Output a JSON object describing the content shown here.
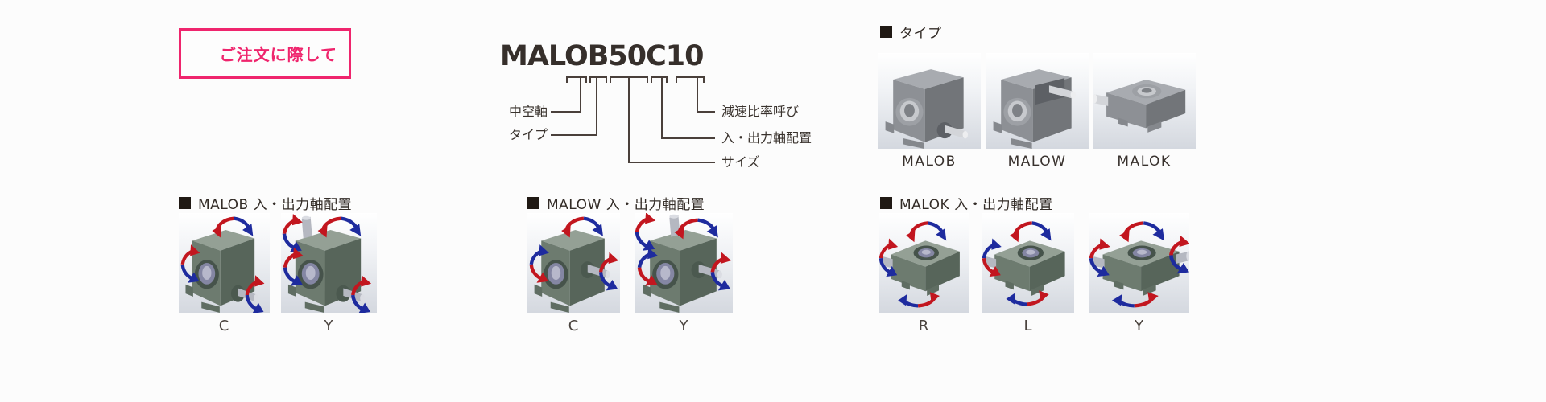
{
  "page": {
    "background": "#fcfcfc"
  },
  "order_note": {
    "label": "ご注文に際して",
    "accent_color": "#ef256d"
  },
  "model_code": {
    "code": "MALOB50C10",
    "callouts": {
      "hollow_shaft": "中空軸",
      "type": "タイプ",
      "size": "サイズ",
      "io_arrangement": "入・出力軸配置",
      "ratio": "減速比率呼び"
    }
  },
  "type_section": {
    "title": "タイプ",
    "items": [
      {
        "label": "MALOB"
      },
      {
        "label": "MALOW"
      },
      {
        "label": "MALOK"
      }
    ]
  },
  "arrangement_sections": [
    {
      "title": "MALOB 入・出力軸配置",
      "variants": [
        {
          "label": "C"
        },
        {
          "label": "Y"
        }
      ]
    },
    {
      "title": "MALOW 入・出力軸配置",
      "variants": [
        {
          "label": "C"
        },
        {
          "label": "Y"
        }
      ]
    },
    {
      "title": "MALOK 入・出力軸配置",
      "variants": [
        {
          "label": "R"
        },
        {
          "label": "L"
        },
        {
          "label": "Y"
        }
      ]
    }
  ],
  "colors": {
    "diagram_line": "#4a403b",
    "text": "#362f2b",
    "arrow_red": "#c2161f",
    "arrow_blue": "#1e2b9e",
    "gearbox_green": "#6d7b6f",
    "gearbox_gray": "#8d9095"
  }
}
